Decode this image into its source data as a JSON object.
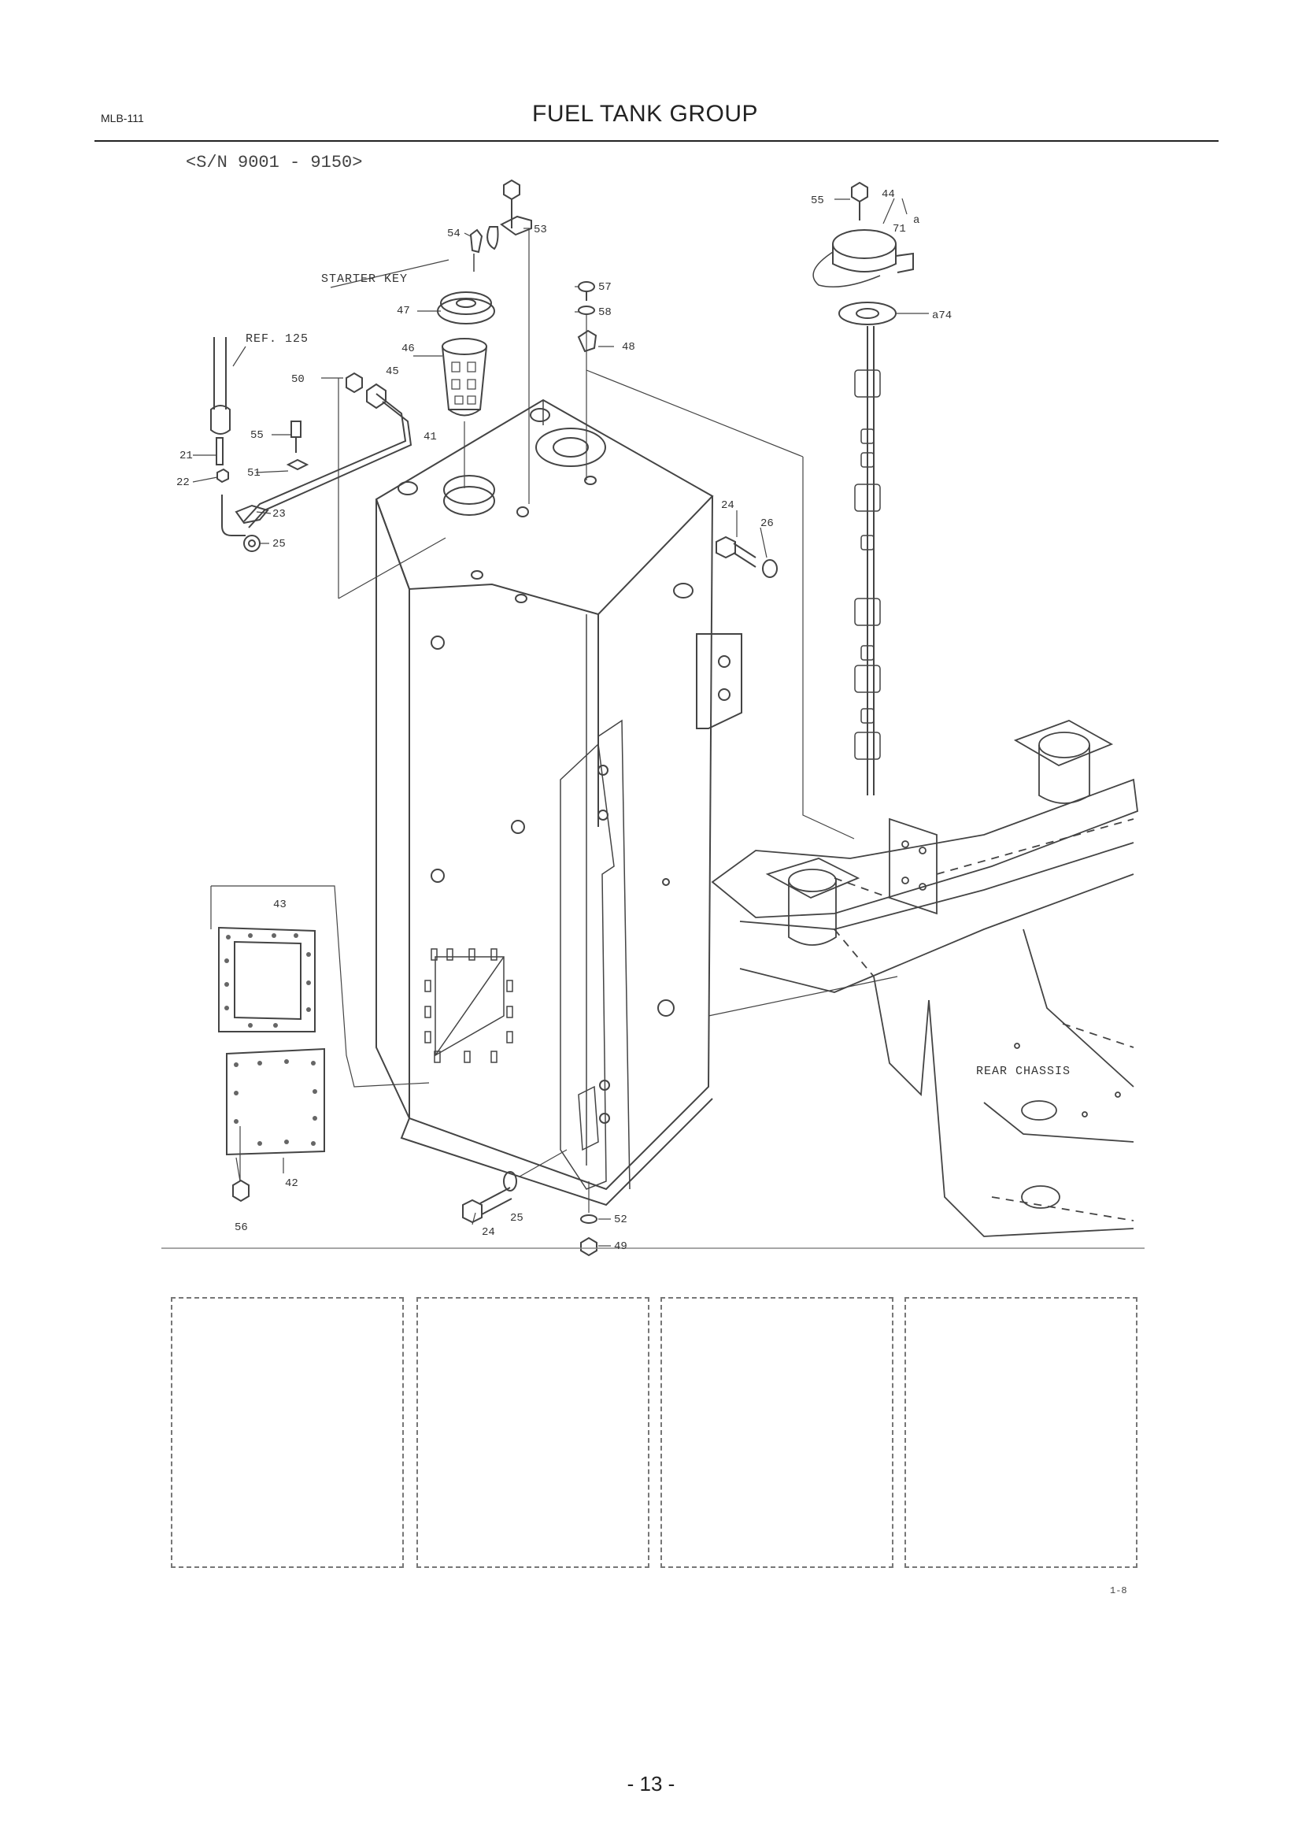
{
  "header": {
    "code": "MLB-111",
    "title": "FUEL TANK GROUP"
  },
  "serial_range": "<S/N 9001 - 9150>",
  "labels": {
    "starter_key": "STARTER KEY",
    "ref": "REF. 125",
    "rear_chassis": "REAR CHASSIS"
  },
  "part_numbers": {
    "p53": "53",
    "p54": "54",
    "p55a": "55",
    "p44": "44",
    "p71": "71",
    "pa": "a",
    "p57": "57",
    "p58": "58",
    "pa74": "a74",
    "p47": "47",
    "p46": "46",
    "p48": "48",
    "p50": "50",
    "p45": "45",
    "p41": "41",
    "p55b": "55",
    "p21": "21",
    "p51": "51",
    "p22": "22",
    "p23": "23",
    "p25a": "25",
    "p24a": "24",
    "p26": "26",
    "p43": "43",
    "p42": "42",
    "p56": "56",
    "p25b": "25",
    "p24b": "24",
    "p52": "52",
    "p49": "49"
  },
  "figure_id": "1-8",
  "page_number": "- 13 -"
}
